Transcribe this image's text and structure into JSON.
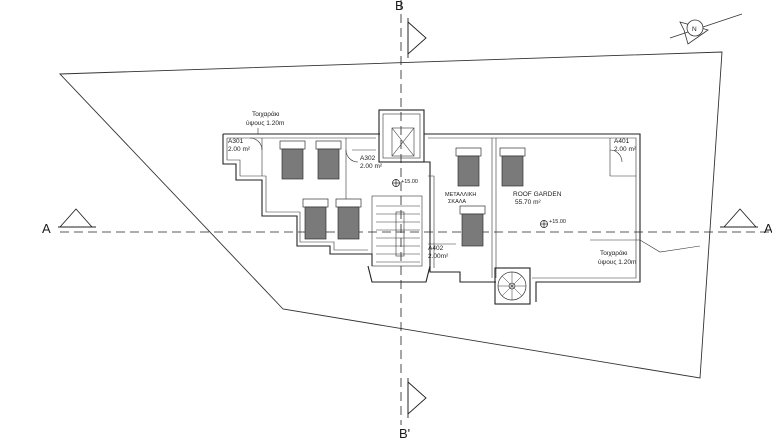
{
  "section_marks": {
    "a_left": "A",
    "a_right": "A",
    "b_top": "B",
    "b_bottom": "B'"
  },
  "north_arrow": {
    "letter": "N",
    "icon": "north-arrow-icon"
  },
  "rooms": {
    "a301": {
      "code": "A301",
      "area": "2.00 m²"
    },
    "a302": {
      "code": "A302",
      "area": "2.00 m²"
    },
    "a401": {
      "code": "A401",
      "area": "2.00 m²"
    },
    "a402": {
      "code": "A402",
      "area": "2.00m²"
    }
  },
  "roof_garden": {
    "name": "ROOF GARDEN",
    "area": "55.70 m²"
  },
  "stair": {
    "line1": "ΜΕΤΑΛΛΙΚΗ",
    "line2": "ΣΚΑΛΑ"
  },
  "level_marks": {
    "level_1": "+15.00",
    "level_2": "+15.00"
  },
  "parapet_note_top": {
    "line1": "Τοιχαράκι",
    "line2": "ύψους 1.20m"
  },
  "parapet_note_right": {
    "line1": "Τοιχαράκι",
    "line2": "ύψους 1.20m"
  }
}
